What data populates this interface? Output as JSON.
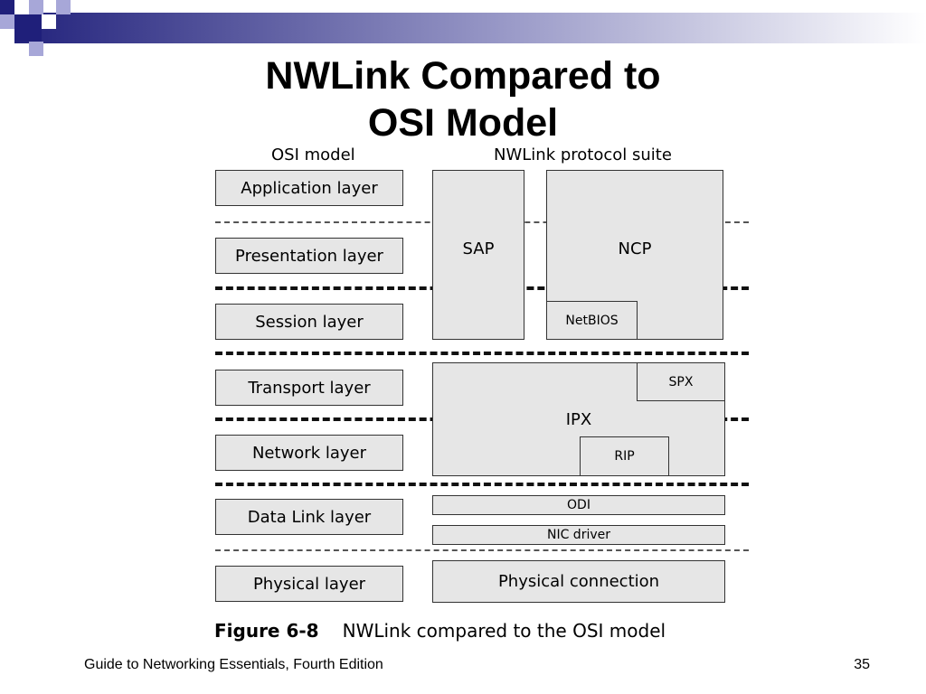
{
  "slide": {
    "title_line1": "NWLink Compared to",
    "title_line2": "OSI Model",
    "footer": "Guide to Networking Essentials, Fourth Edition",
    "page_number": "35"
  },
  "colors": {
    "band_dark": "#1f1f7a",
    "band_light": "#ffffff",
    "deco_square_blue": "#1f1f7a",
    "deco_square_light": "#a7a7d8",
    "box_fill": "#e6e6e6"
  },
  "diagram": {
    "osi_header": "OSI model",
    "nwlink_header": "NWLink protocol suite",
    "osi_layers": [
      "Application layer",
      "Presentation layer",
      "Session layer",
      "Transport layer",
      "Network layer",
      "Data Link layer",
      "Physical layer"
    ],
    "protocols": {
      "sap": "SAP",
      "ncp": "NCP",
      "netbios": "NetBIOS",
      "ipx": "IPX",
      "spx": "SPX",
      "rip": "RIP",
      "odi": "ODI",
      "nic_driver": "NIC driver",
      "physical_connection": "Physical connection"
    },
    "caption_figure": "Figure 6-8",
    "caption_text": "NWLink compared to the OSI model"
  }
}
